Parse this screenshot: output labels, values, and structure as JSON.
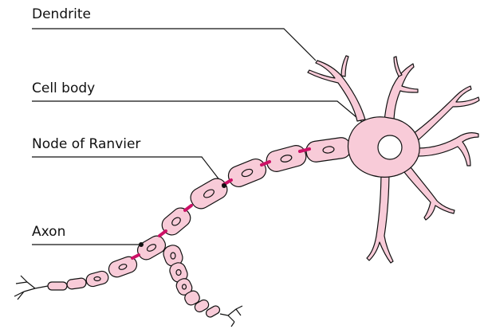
{
  "labels": {
    "dendrite": "Dendrite",
    "cell_body": "Cell body",
    "node_of_ranvier": "Node of Ranvier",
    "axon": "Axon"
  },
  "colors": {
    "cell_fill": "#f8cbd8",
    "node_accent": "#cc1166",
    "outline": "#111111"
  }
}
